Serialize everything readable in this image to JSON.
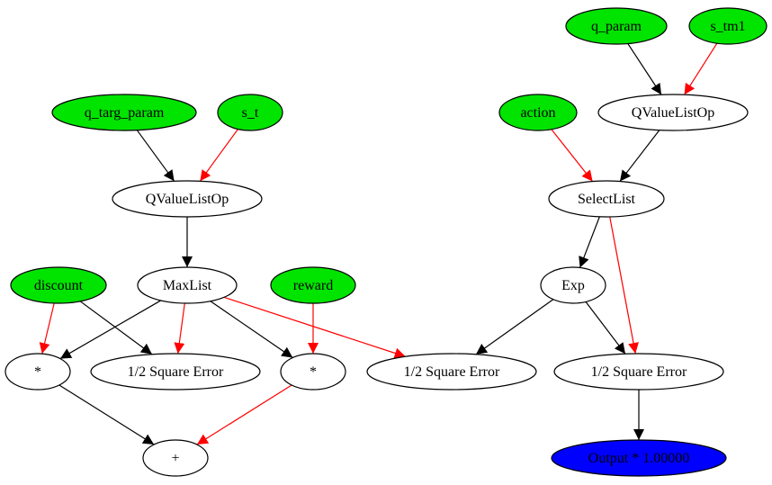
{
  "colors": {
    "input_fill": "#00e400",
    "op_fill": "#ffffff",
    "output_fill": "#0000ff",
    "stroke": "#000000",
    "edge_black": "#000000",
    "edge_red": "#ff0000"
  },
  "nodes": [
    {
      "id": "q_targ_param",
      "label": "q_targ_param",
      "kind": "input"
    },
    {
      "id": "s_t",
      "label": "s_t",
      "kind": "input"
    },
    {
      "id": "q_param",
      "label": "q_param",
      "kind": "input"
    },
    {
      "id": "s_tm1",
      "label": "s_tm1",
      "kind": "input"
    },
    {
      "id": "action",
      "label": "action",
      "kind": "input"
    },
    {
      "id": "qvalue_left",
      "label": "QValueListOp",
      "kind": "op"
    },
    {
      "id": "qvalue_right",
      "label": "QValueListOp",
      "kind": "op"
    },
    {
      "id": "selectlist",
      "label": "SelectList",
      "kind": "op"
    },
    {
      "id": "discount",
      "label": "discount",
      "kind": "input"
    },
    {
      "id": "maxlist",
      "label": "MaxList",
      "kind": "op"
    },
    {
      "id": "reward",
      "label": "reward",
      "kind": "input"
    },
    {
      "id": "exp",
      "label": "Exp",
      "kind": "op"
    },
    {
      "id": "mul_left",
      "label": "*",
      "kind": "op"
    },
    {
      "id": "sqerr_1",
      "label": "1/2 Square Error",
      "kind": "op"
    },
    {
      "id": "mul_right",
      "label": "*",
      "kind": "op"
    },
    {
      "id": "sqerr_2",
      "label": "1/2 Square Error",
      "kind": "op"
    },
    {
      "id": "sqerr_3",
      "label": "1/2 Square Error",
      "kind": "op"
    },
    {
      "id": "plus",
      "label": "+",
      "kind": "op"
    },
    {
      "id": "output",
      "label": "Output * 1.00000",
      "kind": "output"
    }
  ],
  "edges": [
    {
      "from": "q_targ_param",
      "to": "qvalue_left",
      "color": "black"
    },
    {
      "from": "s_t",
      "to": "qvalue_left",
      "color": "red"
    },
    {
      "from": "q_param",
      "to": "qvalue_right",
      "color": "black"
    },
    {
      "from": "s_tm1",
      "to": "qvalue_right",
      "color": "red"
    },
    {
      "from": "action",
      "to": "selectlist",
      "color": "red"
    },
    {
      "from": "qvalue_right",
      "to": "selectlist",
      "color": "black"
    },
    {
      "from": "qvalue_left",
      "to": "maxlist",
      "color": "black"
    },
    {
      "from": "selectlist",
      "to": "exp",
      "color": "black"
    },
    {
      "from": "selectlist",
      "to": "sqerr_3",
      "color": "red"
    },
    {
      "from": "discount",
      "to": "mul_left",
      "color": "red"
    },
    {
      "from": "discount",
      "to": "sqerr_1",
      "color": "black"
    },
    {
      "from": "maxlist",
      "to": "mul_left",
      "color": "black"
    },
    {
      "from": "maxlist",
      "to": "sqerr_1",
      "color": "red"
    },
    {
      "from": "maxlist",
      "to": "mul_right",
      "color": "black"
    },
    {
      "from": "maxlist",
      "to": "sqerr_2",
      "color": "red"
    },
    {
      "from": "reward",
      "to": "mul_right",
      "color": "red"
    },
    {
      "from": "exp",
      "to": "sqerr_2",
      "color": "black"
    },
    {
      "from": "exp",
      "to": "sqerr_3",
      "color": "black"
    },
    {
      "from": "mul_left",
      "to": "plus",
      "color": "black"
    },
    {
      "from": "mul_right",
      "to": "plus",
      "color": "red"
    },
    {
      "from": "sqerr_3",
      "to": "output",
      "color": "black"
    }
  ]
}
